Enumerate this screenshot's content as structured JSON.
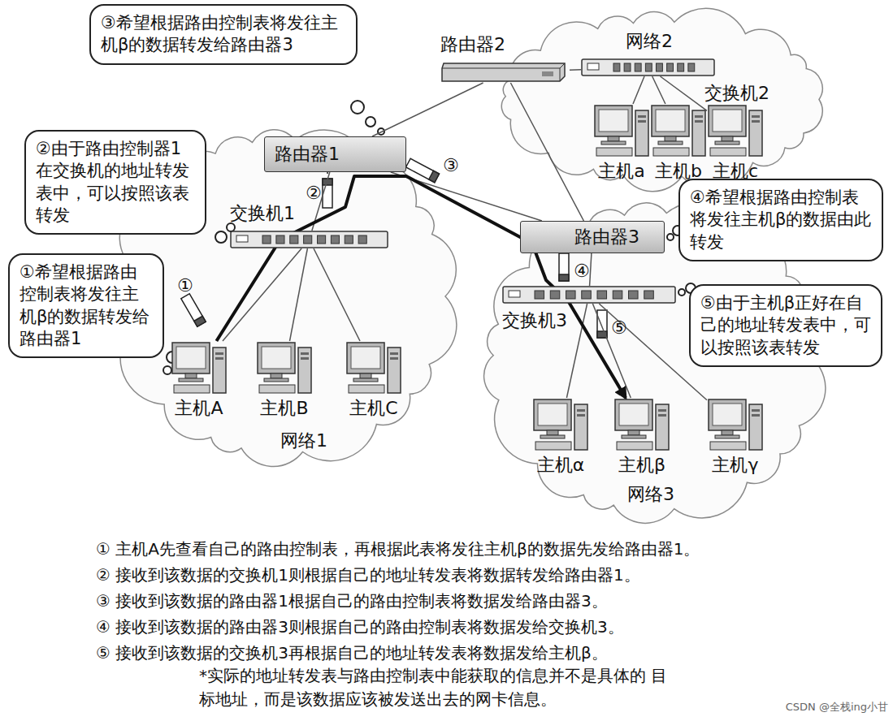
{
  "diagram": {
    "nodes": [
      {
        "text": [
          "网络1"
        ]
      },
      {
        "text": [
          "网络2"
        ]
      },
      {
        "text": [
          "网络3"
        ]
      },
      {
        "text": [
          "路由器1"
        ],
        "in": 0
      },
      {
        "text": [
          "路由器2"
        ]
      },
      {
        "text": [
          "路由器3"
        ],
        "in": 2
      },
      {
        "text": [
          "交换机1"
        ],
        "in": 0
      },
      {
        "text": [
          "交换机2"
        ],
        "in": 1
      },
      {
        "text": [
          "交换机3"
        ],
        "in": 2
      },
      {
        "text": [
          "主机A"
        ],
        "in": 0
      },
      {
        "text": [
          "主机B"
        ],
        "in": 0
      },
      {
        "text": [
          "主机C"
        ],
        "in": 0
      },
      {
        "text": [
          "主机a"
        ],
        "in": 1
      },
      {
        "text": [
          "主机b"
        ],
        "in": 1
      },
      {
        "text": [
          "主机c"
        ],
        "in": 1
      },
      {
        "text": [
          "主机α"
        ],
        "in": 2
      },
      {
        "text": [
          "主机β"
        ],
        "in": 2
      },
      {
        "text": [
          "主机γ"
        ],
        "in": 2
      },
      {
        "text": [
          "③希望根据路由控制表将发往主机β的数据转发给路由器3"
        ]
      },
      {
        "text": [
          "②由于路由控制器1在交换机的地址转发表中，可以按照该表转发"
        ]
      },
      {
        "text": [
          "①希望根据路由控制表将发往主机β的数据转发给路由器1"
        ]
      },
      {
        "text": [
          "④希望根据路由控制表将发往主机β的数据由此转发"
        ]
      },
      {
        "text": [
          "⑤由于主机β正好在自己的地址转发表中，可以按照该表转发"
        ]
      }
    ],
    "edges": [
      {
        "from": 9,
        "to": 6,
        "arrow": "none"
      },
      {
        "from": 10,
        "to": 6,
        "arrow": "none"
      },
      {
        "from": 11,
        "to": 6,
        "arrow": "none"
      },
      {
        "from": 6,
        "to": 3,
        "arrow": "none"
      },
      {
        "from": 3,
        "to": 4,
        "arrow": "none"
      },
      {
        "from": 4,
        "to": 7,
        "arrow": "none"
      },
      {
        "from": 7,
        "to": 12,
        "arrow": "none"
      },
      {
        "from": 7,
        "to": 13,
        "arrow": "none"
      },
      {
        "from": 7,
        "to": 14,
        "arrow": "none"
      },
      {
        "from": 4,
        "to": 5,
        "arrow": "none"
      },
      {
        "from": 3,
        "to": 5,
        "arrow": "none"
      },
      {
        "from": 5,
        "to": 8,
        "arrow": "none"
      },
      {
        "from": 8,
        "to": 15,
        "arrow": "none"
      },
      {
        "from": 8,
        "to": 16,
        "arrow": "none"
      },
      {
        "from": 8,
        "to": 17,
        "arrow": "none"
      },
      {
        "from": 9,
        "to": 16,
        "arrow": "to"
      }
    ],
    "labels": [
      "①",
      "②",
      "③",
      "④",
      "⑤",
      "① 主机A先查看自己的路由控制表，再根据此表将发往主机β的数据先发给路由器1。",
      "② 接收到该数据的交换机1则根据自己的地址转发表将数据转发给路由器1。",
      "③ 接收到该数据的路由器1根据自己的路由控制表将数据发给路由器3。",
      "④ 接收到该数据的路由器3则根据自己的路由控制表将数据发给交换机3。",
      "⑤ 接收到该数据的交换机3再根据自己的地址转发表将数据发给主机β。",
      "*实际的地址转发表与路由控制表中能获取的信息并不是具体的 目标地址，而是该数据应该被发送出去的网卡信息。",
      "CSDN @全栈ing小甘"
    ]
  }
}
